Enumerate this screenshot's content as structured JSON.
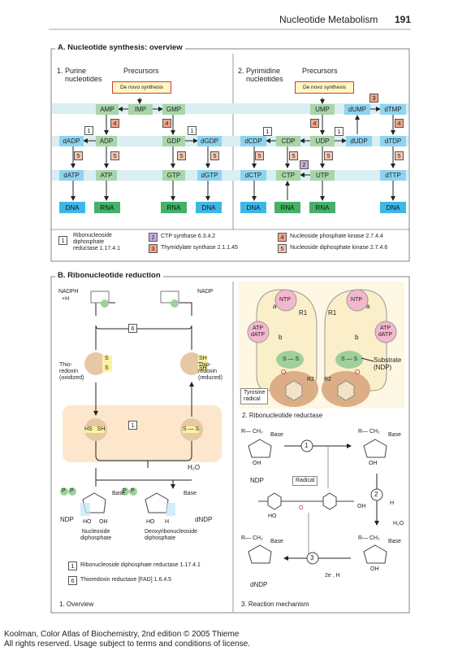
{
  "header": {
    "title": "Nucleotide Metabolism",
    "page": "191"
  },
  "sectionA": {
    "title": "A. Nucleotide synthesis: overview",
    "purine_label": "1. Purine\n    nucleotides",
    "pyrimidine_label": "2. Pyrimidine\n    nucleotides",
    "precursors": "Precursors",
    "de_novo": "De novo synthesis",
    "nodes": {
      "AMP": "AMP",
      "IMP": "IMP",
      "GMP": "GMP",
      "dADP": "dADP",
      "ADP": "ADP",
      "GDP": "GDP",
      "dGDP": "dGDP",
      "dATP": "dATP",
      "ATP": "ATP",
      "GTP": "GTP",
      "dGTP": "dGTP",
      "DNA": "DNA",
      "RNA": "RNA",
      "UMP": "UMP",
      "dUMP": "dUMP",
      "dTMP": "dTMP",
      "dCDP": "dCDP",
      "CDP": "CDP",
      "UDP": "UDP",
      "dUDP": "dUDP",
      "dTDP": "dTDP",
      "dCTP": "dCTP",
      "CTP": "CTP",
      "UTP": "UTP",
      "dTTP": "dTTP"
    },
    "enzyme_nums": {
      "e1": "1",
      "e2": "2",
      "e3": "3",
      "e4": "4",
      "e5": "5"
    },
    "legend": {
      "l1": "Ribonucleoside\ndiphosphate\nreductase 1.17.4.1",
      "l2": "CTP synthase 6.3.4.2",
      "l3": "Thymidylate synthase 2.1.1.45",
      "l4": "Nucleoside phosphate kinase 2.7.4.4",
      "l5": "Nucleoside diphosphate kinase 2.7.4.6"
    }
  },
  "sectionB": {
    "title": "B. Ribonucleotide reduction",
    "nadph": "NADPH",
    "h_plus": "+H",
    "nadp": "NADP",
    "thio_ox": "Thio-\nredoxin\n(oxidized)",
    "thio_red": "Thio-\nredoxin\n(reduced)",
    "s_label": "S",
    "sh_label": "SH",
    "hs_sh": "HS   SH",
    "s_s": "S — S",
    "h2o": "H₂O",
    "ndp": "NDP",
    "dndp": "dNDP",
    "ndp_full": "Nucleoside\ndiphosphate",
    "dndp_full": "Deoxyribonucleoside\ndiphosphate",
    "p": "P",
    "base": "Base",
    "ho": "HO",
    "oh": "OH",
    "h": "H",
    "legend1": "Ribonucleoside diphosphate reductase 1.17.4.1",
    "legend6": "Thioredoxin reductase [FAD] 1.6.4.5",
    "overview": "1. Overview",
    "enzyme_6": "6",
    "enzyme_1": "1",
    "ntp": "NTP",
    "atp_datp": "ATP\ndATP",
    "a": "a",
    "b": "b",
    "r1": "R1",
    "r2": "R2",
    "substrate": "Substrate\n(NDP)",
    "tyrosine": "Tyrosine\nradical",
    "o_radical": "O",
    "reductase2": "2. Ribonucleotide reductase",
    "radical": "Radical",
    "mech_ndp": "NDP",
    "mech_dndp": "dNDP",
    "r_ch2": "R— CH₂",
    "step1": "1",
    "step2": "2",
    "step3": "3",
    "h_step": "H",
    "h2o_step": "H₂O",
    "two_e": "2e , H",
    "mechanism": "3. Reaction mechanism"
  },
  "footer": {
    "line1": "Koolman, Color Atlas of Biochemistry, 2nd edition © 2005 Thieme",
    "line2": "All rights reserved. Usage subject to terms and conditions of license."
  }
}
